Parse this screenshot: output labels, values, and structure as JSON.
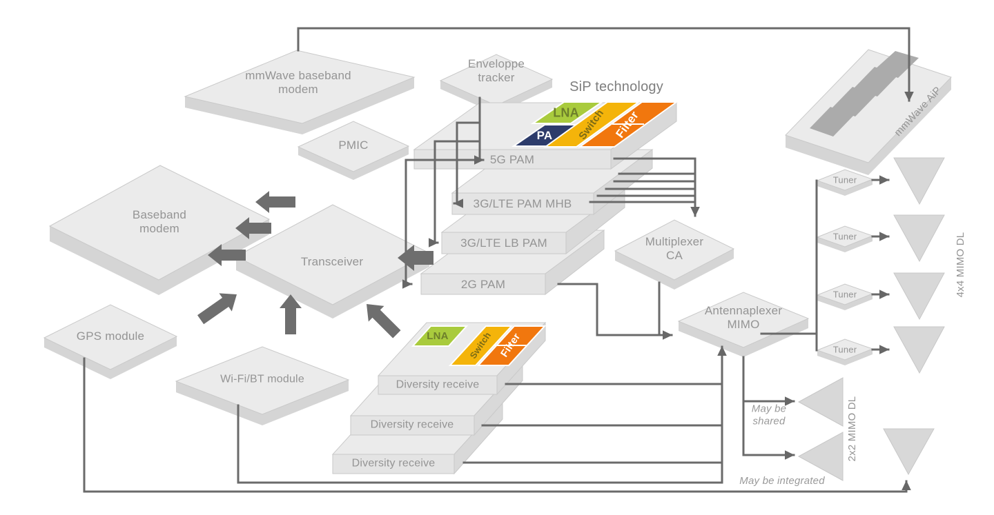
{
  "modules": {
    "mmwave_baseband_modem": "mmWave baseband modem",
    "pmic": "PMIC",
    "envelope_tracker": "Enveloppe tracker",
    "baseband_modem": "Baseband modem",
    "transceiver": "Transceiver",
    "gps_module": "GPS module",
    "wifi_bt_module": "Wi-Fi/BT module",
    "multiplexer_ca": "Multiplexer CA",
    "antennaplexer_mimo": "Antennaplexer MIMO",
    "mmwave_aip": "mmWave AiP"
  },
  "pam_stack": [
    "5G PAM",
    "3G/LTE PAM MHB",
    "3G/LTE LB PAM",
    "2G PAM"
  ],
  "diversity_stack": [
    "Diversity receive",
    "Diversity receive",
    "Diversity receive"
  ],
  "tuners": [
    "Tuner",
    "Tuner",
    "Tuner",
    "Tuner"
  ],
  "sip": {
    "title": "SiP technology",
    "chips": {
      "lna": "LNA",
      "pa": "PA",
      "switch": "Switch",
      "filter": "Filter"
    },
    "colors": {
      "lna": "#a9cb3d",
      "pa": "#2d3c6b",
      "switch": "#f4b40a",
      "filter": "#f1770e"
    }
  },
  "annotations": {
    "mimo_4x4": "4x4 MIMO DL",
    "mimo_2x2": "2x2 MIMO DL",
    "may_be_shared": "May be shared",
    "may_be_integrated": "May be integrated"
  }
}
